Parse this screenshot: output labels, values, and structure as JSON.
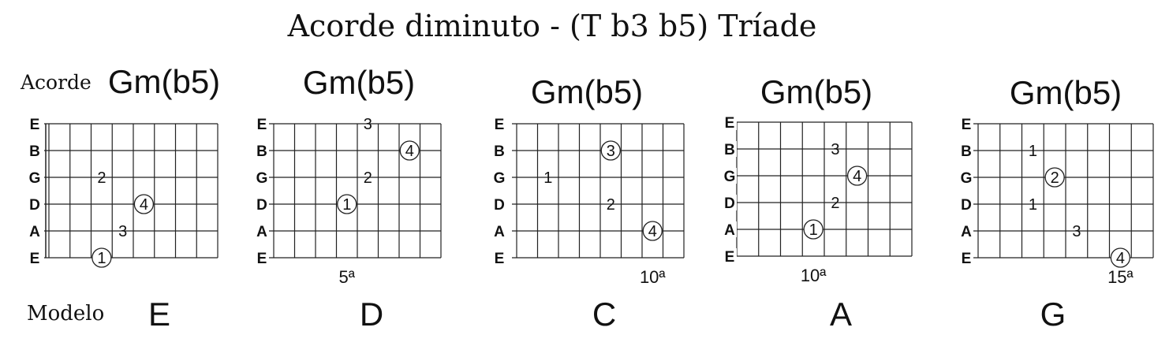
{
  "title": "Acorde diminuto - (T b3 b5) Tríade",
  "row_labels": {
    "chord": "Acorde",
    "model": "Modelo"
  },
  "string_names": [
    "E",
    "B",
    "G",
    "D",
    "A",
    "E"
  ],
  "diagrams": [
    {
      "chord": "Gm(b5)",
      "model": "E",
      "fret_marker": "",
      "marker_fret": null,
      "notes": [
        {
          "string": 6,
          "fret": 3,
          "finger": "1",
          "circled": true
        },
        {
          "string": 5,
          "fret": 4,
          "finger": "3",
          "circled": false
        },
        {
          "string": 4,
          "fret": 5,
          "finger": "4",
          "circled": true
        },
        {
          "string": 3,
          "fret": 3,
          "finger": "2",
          "circled": false
        }
      ]
    },
    {
      "chord": "Gm(b5)",
      "model": "D",
      "fret_marker": "5ª",
      "marker_fret": 4,
      "notes": [
        {
          "string": 4,
          "fret": 4,
          "finger": "1",
          "circled": true
        },
        {
          "string": 3,
          "fret": 5,
          "finger": "2",
          "circled": false
        },
        {
          "string": 2,
          "fret": 7,
          "finger": "4",
          "circled": true
        },
        {
          "string": 1,
          "fret": 5,
          "finger": "3",
          "circled": false
        }
      ]
    },
    {
      "chord": "Gm(b5)",
      "model": "C",
      "fret_marker": "10ª",
      "marker_fret": 7,
      "notes": [
        {
          "string": 5,
          "fret": 7,
          "finger": "4",
          "circled": true
        },
        {
          "string": 4,
          "fret": 5,
          "finger": "2",
          "circled": false
        },
        {
          "string": 3,
          "fret": 2,
          "finger": "1",
          "circled": false
        },
        {
          "string": 2,
          "fret": 5,
          "finger": "3",
          "circled": true
        }
      ]
    },
    {
      "chord": "Gm(b5)",
      "model": "A",
      "fret_marker": "10ª",
      "marker_fret": 4,
      "notes": [
        {
          "string": 5,
          "fret": 4,
          "finger": "1",
          "circled": true
        },
        {
          "string": 4,
          "fret": 5,
          "finger": "2",
          "circled": false
        },
        {
          "string": 3,
          "fret": 6,
          "finger": "4",
          "circled": true
        },
        {
          "string": 2,
          "fret": 5,
          "finger": "3",
          "circled": false
        }
      ]
    },
    {
      "chord": "Gm(b5)",
      "model": "G",
      "fret_marker": "15ª",
      "marker_fret": 7,
      "notes": [
        {
          "string": 6,
          "fret": 7,
          "finger": "4",
          "circled": true
        },
        {
          "string": 5,
          "fret": 5,
          "finger": "3",
          "circled": false
        },
        {
          "string": 4,
          "fret": 3,
          "finger": "1",
          "circled": false
        },
        {
          "string": 3,
          "fret": 4,
          "finger": "2",
          "circled": true
        },
        {
          "string": 2,
          "fret": 3,
          "finger": "1",
          "circled": false
        }
      ]
    }
  ]
}
